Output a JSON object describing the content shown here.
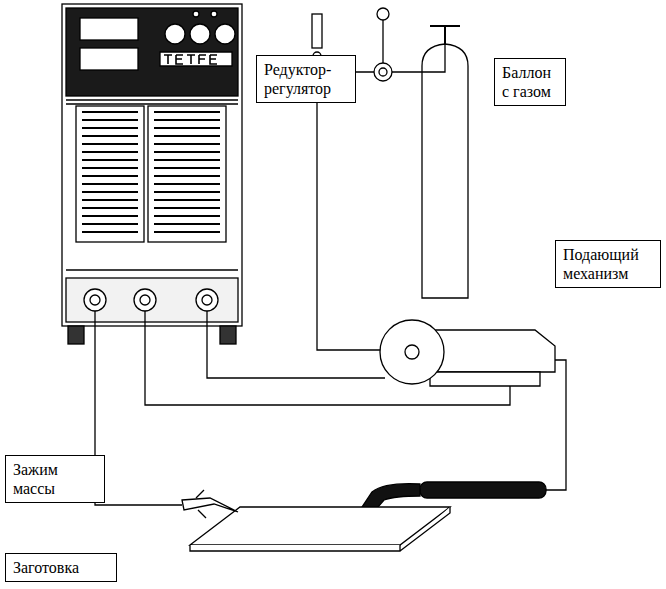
{
  "diagram": {
    "nodes": [
      {
        "text": [
          "Редуктор-регулятор"
        ]
      },
      {
        "text": [
          "Баллон с газом"
        ]
      },
      {
        "text": [
          "Подающий механизм"
        ]
      },
      {
        "text": [
          "Зажим массы"
        ]
      },
      {
        "text": [
          "Заготовка"
        ]
      }
    ]
  }
}
